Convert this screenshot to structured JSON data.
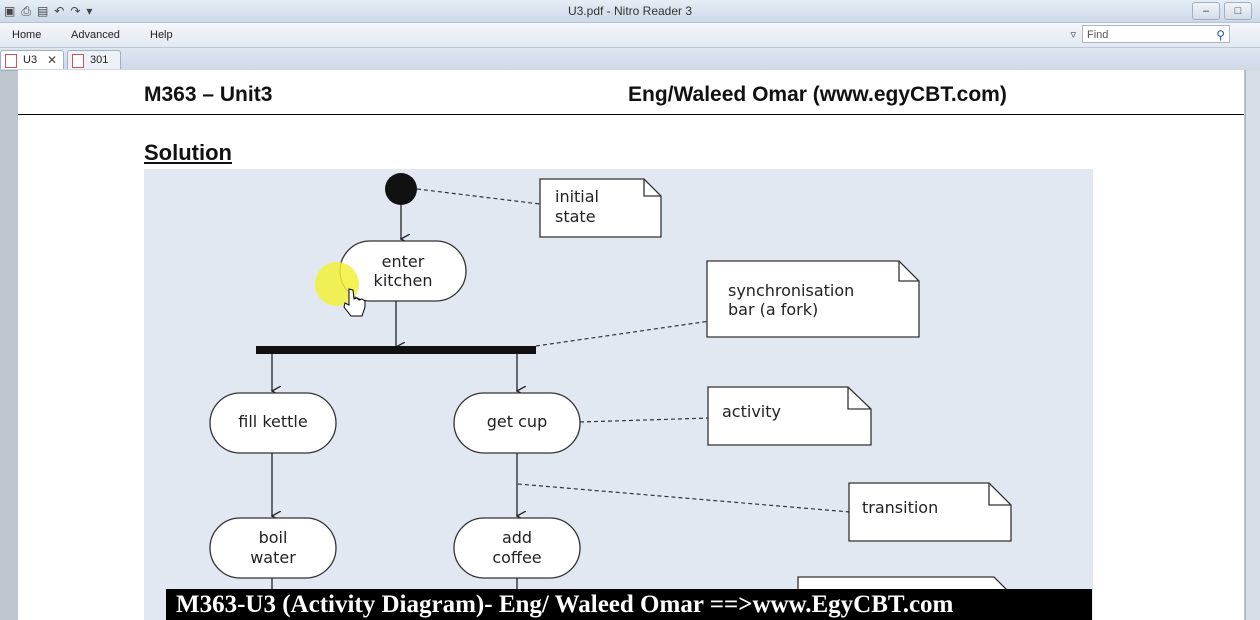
{
  "window": {
    "title": "U3.pdf - Nitro Reader 3"
  },
  "menu": {
    "items": [
      "Home",
      "Advanced",
      "Help"
    ],
    "find_placeholder": "Find"
  },
  "tabs": [
    {
      "label": "U3"
    },
    {
      "label": "301"
    }
  ],
  "page": {
    "header_left": "M363 – Unit3",
    "header_right": "Eng/Waleed Omar (www.egyCBT.com)",
    "section_title": "Solution"
  },
  "diagram": {
    "activities": {
      "enter_kitchen": [
        "enter",
        "kitchen"
      ],
      "fill_kettle": "fill kettle",
      "get_cup": "get cup",
      "boil_water": [
        "boil",
        "water"
      ],
      "add_coffee": [
        "add",
        "coffee"
      ]
    },
    "notes": {
      "initial_state": [
        "initial",
        "state"
      ],
      "sync_bar": [
        "synchronisation",
        "bar (a fork)"
      ],
      "activity": "activity",
      "transition": "transition"
    },
    "colors": {
      "background": "#e2e8f2",
      "node": "#ffffff",
      "line": "#222222",
      "highlight": "#f2f03a"
    }
  },
  "caption": "M363-U3 (Activity Diagram)- Eng/ Waleed Omar ==>www.EgyCBT.com"
}
